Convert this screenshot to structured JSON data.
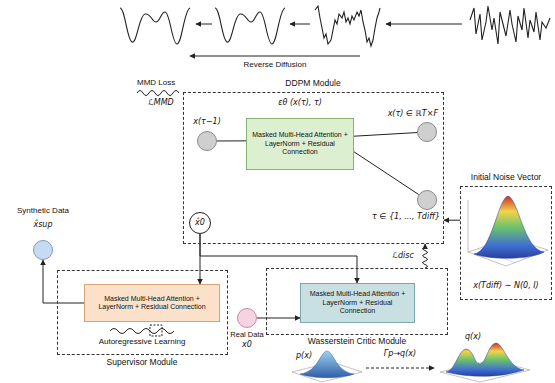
{
  "diagram": {
    "nodes": [
      {
        "text": [
          "DDPM Module"
        ]
      },
      {
        "text": [
          "Masked Multi-Head Attention + LayerNorm + Residual Connection"
        ],
        "in": 0
      },
      {
        "text": [
          "x(τ−1)"
        ],
        "in": 0
      },
      {
        "text": [
          "x(τ) ∈ ℝT×F"
        ],
        "in": 0
      },
      {
        "text": [
          "τ ∈ {1, ..., Tdiff}"
        ],
        "in": 0
      },
      {
        "text": [
          "x̂0"
        ],
        "in": 0
      },
      {
        "text": [
          "Initial Noise Vector",
          "x(Tdiff) ∼ N(0, I)"
        ]
      },
      {
        "text": [
          "Synthetic Data",
          "x̂sup"
        ]
      },
      {
        "text": [
          "Supervisor Module",
          "Autoregressive Learning"
        ]
      },
      {
        "text": [
          "Masked Multi-Head Attention + LayerNorm + Residual Connection"
        ],
        "in": 8
      },
      {
        "text": [
          "Real Data",
          "x0"
        ]
      },
      {
        "text": [
          "Wasserstein Critic Module"
        ]
      },
      {
        "text": [
          "Masked Multi-Head Attention + LayerNorm + Residual Connection"
        ],
        "in": 11
      }
    ],
    "edges": [
      {
        "from": 3,
        "to": 1,
        "arrow": "none"
      },
      {
        "from": 4,
        "to": 1,
        "arrow": "none"
      },
      {
        "from": 1,
        "to": 2,
        "arrow": "none"
      },
      {
        "from": 6,
        "to": 0,
        "arrow": "to"
      },
      {
        "from": 5,
        "to": 9,
        "arrow": "to"
      },
      {
        "from": 5,
        "to": 12,
        "arrow": "to"
      },
      {
        "from": 9,
        "to": 7,
        "arrow": "to"
      },
      {
        "from": 10,
        "to": 12,
        "arrow": "to"
      },
      {
        "from": 11,
        "to": 0,
        "label": "ℒdisc",
        "arrow": "to"
      }
    ],
    "labels": [
      "Reverse Diffusion",
      "MMD Loss",
      "ℒMMD",
      "εθ (x(τ), τ)",
      "p(x)",
      "Γp→q(x)",
      "q(x)"
    ]
  }
}
